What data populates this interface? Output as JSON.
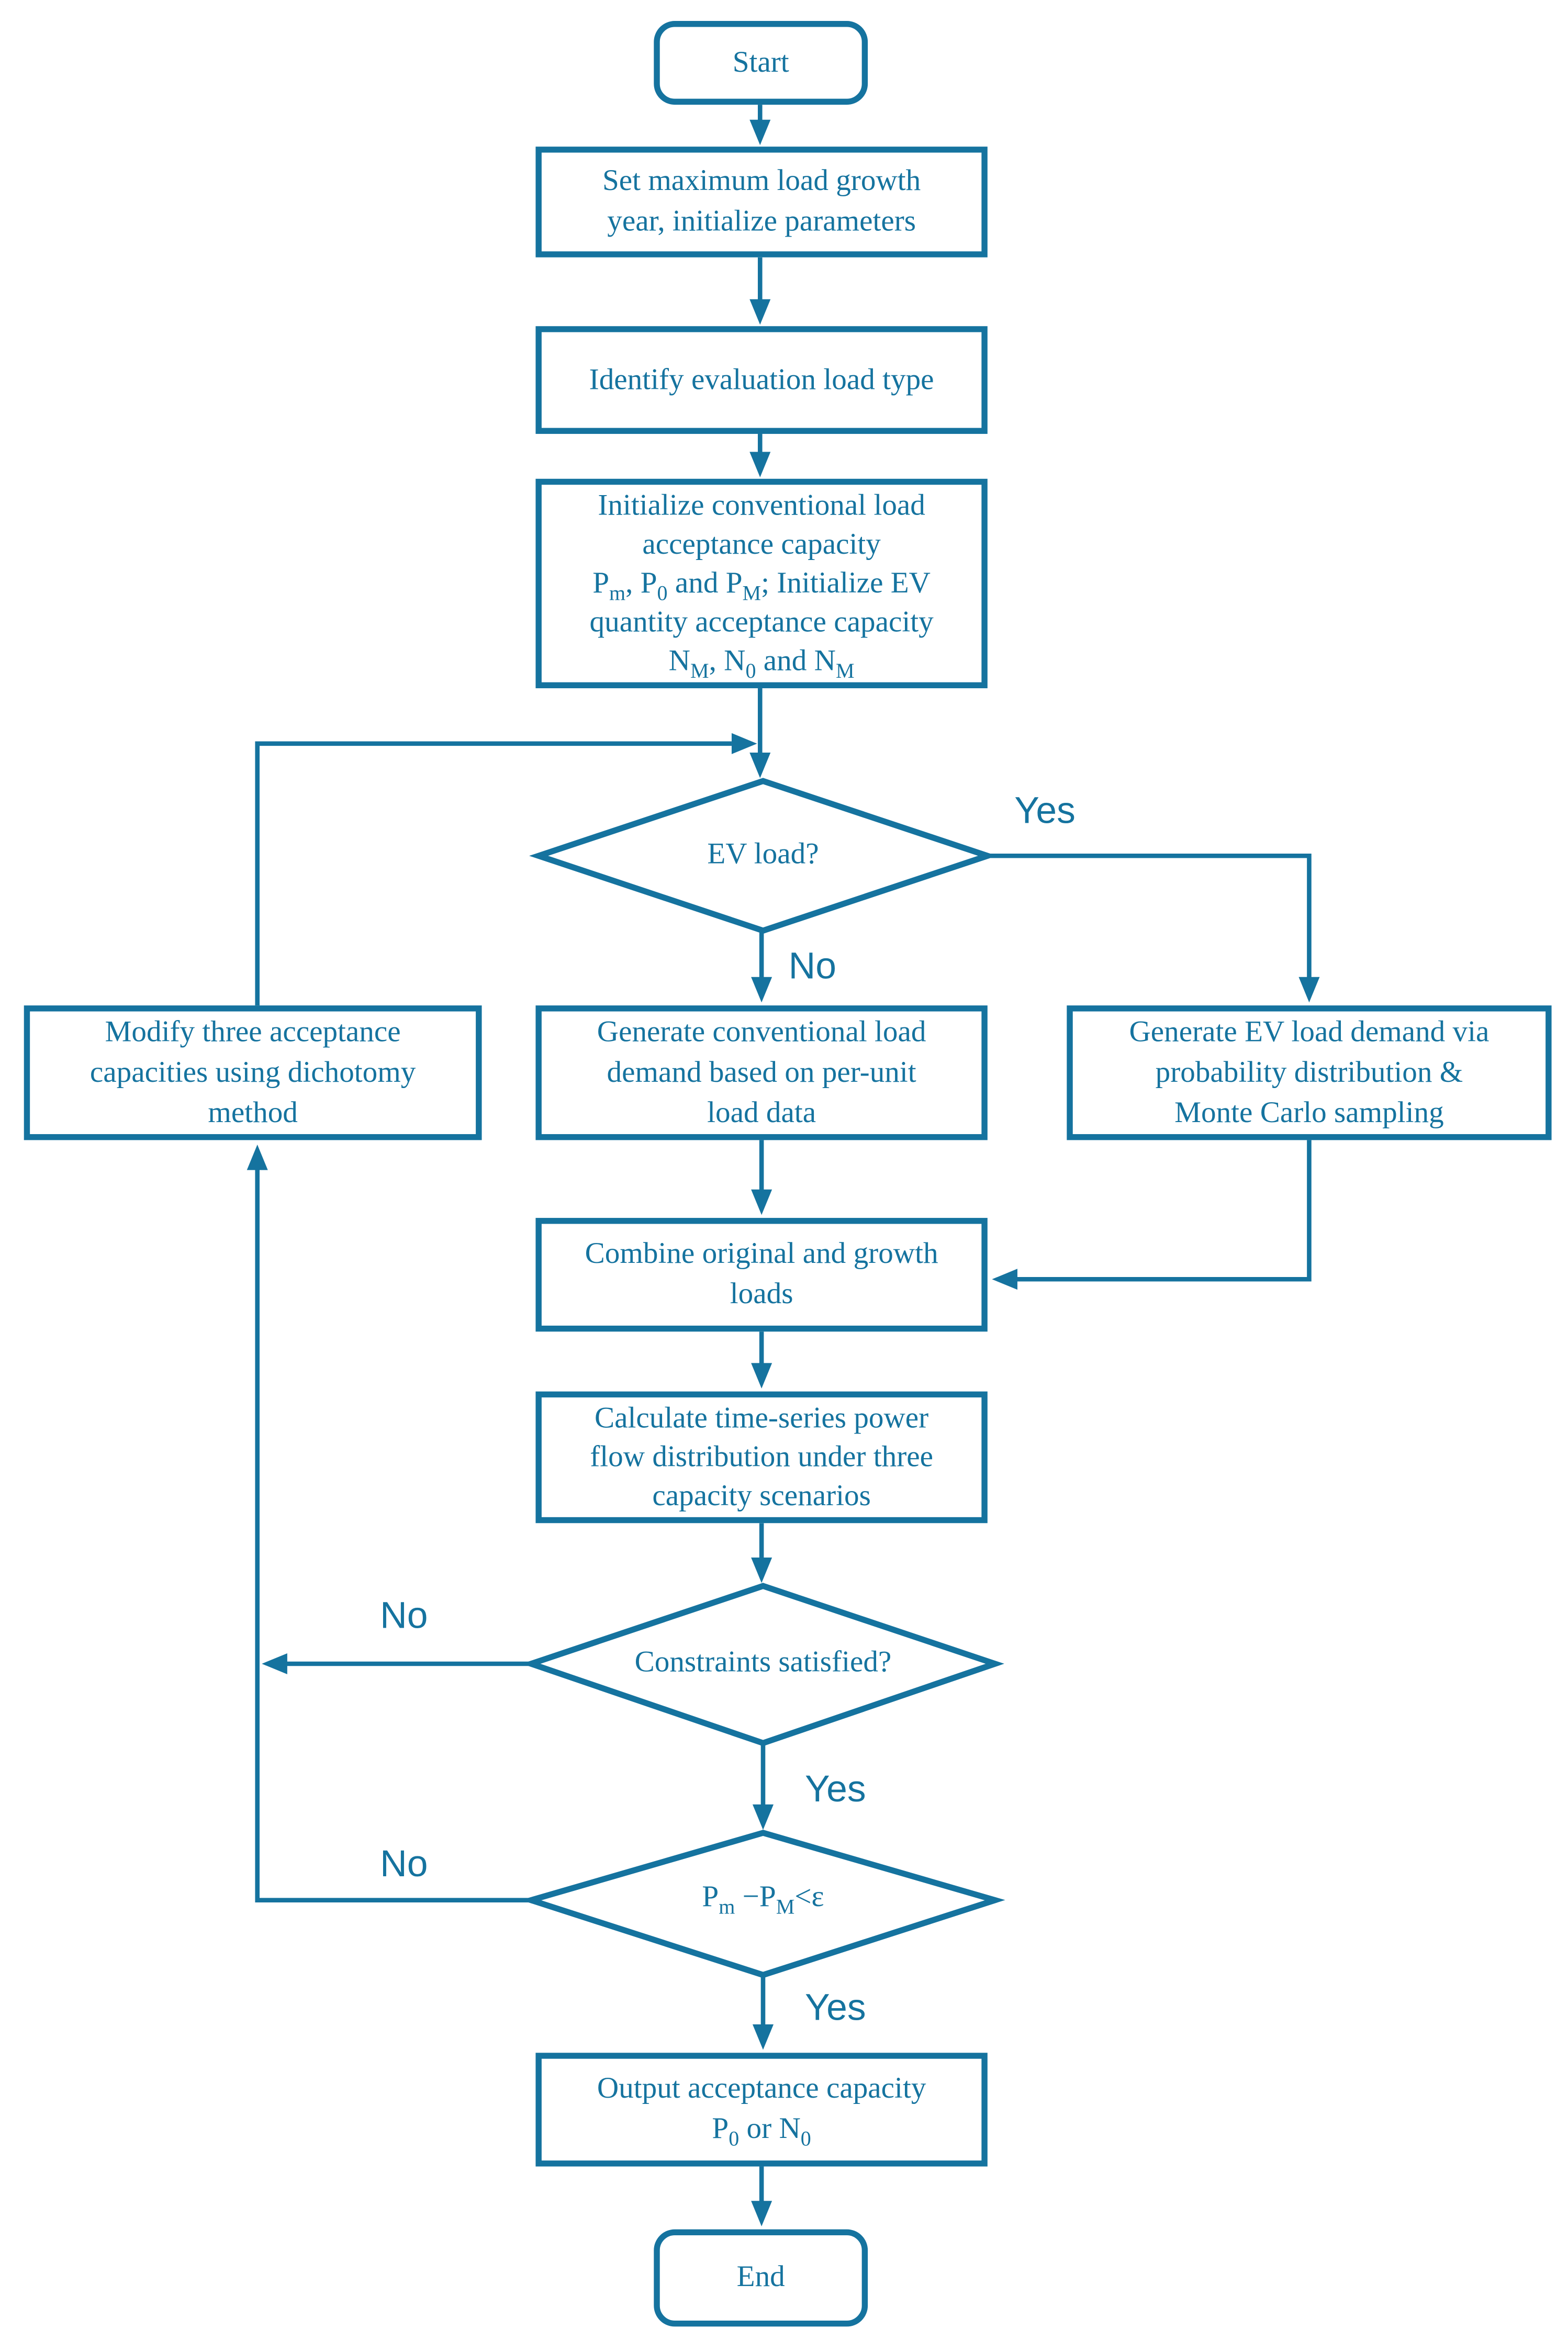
{
  "palette": {
    "ink": "#15739f",
    "background": "#ffffff"
  },
  "nodes": {
    "start": {
      "label": "Start"
    },
    "set_year": {
      "lines": [
        "Set maximum load growth",
        "year, initialize parameters"
      ]
    },
    "identify": {
      "lines": [
        "Identify evaluation load type"
      ]
    },
    "initialize": {
      "line1": "Initialize conventional load",
      "line2": "acceptance capacity",
      "line3": [
        "P",
        "m",
        ", P",
        "0",
        " and P",
        "M",
        "; Initialize EV"
      ],
      "line4": "quantity acceptance capacity",
      "line5": [
        "N",
        "M",
        ", N",
        "0",
        " and N",
        "M"
      ]
    },
    "ev_load_decision": {
      "label": "EV load?"
    },
    "modify": {
      "lines": [
        "Modify three acceptance",
        "capacities using dichotomy",
        "method"
      ]
    },
    "gen_conventional": {
      "lines": [
        "Generate conventional load",
        "demand based on per-unit",
        "load data"
      ]
    },
    "gen_ev": {
      "lines": [
        "Generate EV load demand via",
        "probability distribution &",
        "Monte Carlo sampling"
      ]
    },
    "combine": {
      "lines": [
        "Combine original and growth",
        "loads"
      ]
    },
    "calculate": {
      "lines": [
        "Calculate time-series power",
        "flow distribution under three",
        "capacity scenarios"
      ]
    },
    "constraints_decision": {
      "label": "Constraints satisfied?"
    },
    "epsilon_decision": {
      "parts": [
        "P",
        "m",
        " −P",
        "M",
        "<ε"
      ]
    },
    "output": {
      "line1": "Output acceptance capacity",
      "line2": [
        "P",
        "0",
        " or N",
        "0"
      ]
    },
    "end": {
      "label": "End"
    }
  },
  "edge_labels": {
    "ev_yes": "Yes",
    "ev_no": "No",
    "constraints_no": "No",
    "constraints_yes": "Yes",
    "epsilon_no": "No",
    "epsilon_yes": "Yes"
  }
}
